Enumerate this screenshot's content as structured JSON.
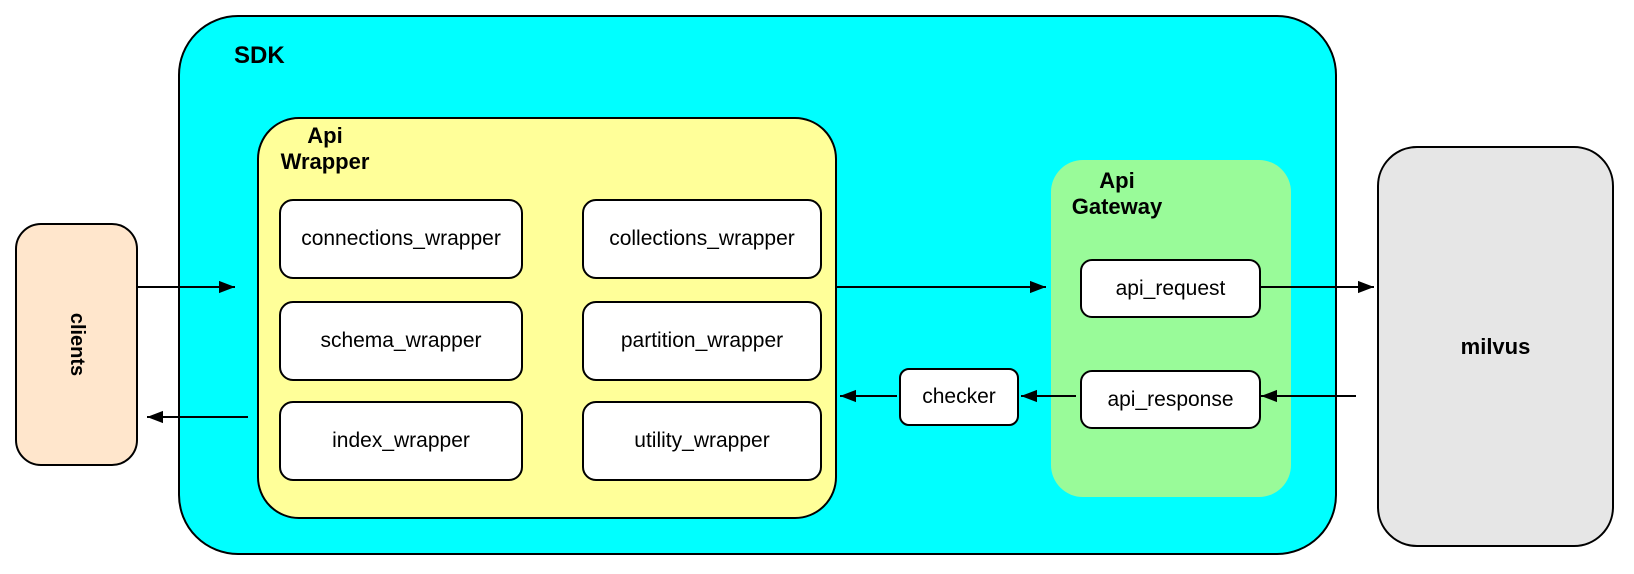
{
  "colors": {
    "sdk_fill": "#00FFFF",
    "wrapper_fill": "#FFFF99",
    "gateway_fill": "#99FB99",
    "clients_fill": "#FFE6CC",
    "milvus_fill": "#E6E6E6",
    "box_fill": "#FFFFFF",
    "border": "#000000"
  },
  "nodes": {
    "clients": {
      "label": "clients"
    },
    "sdk": {
      "label": "SDK"
    },
    "api_wrapper": {
      "label_line1": "Api",
      "label_line2": "Wrapper",
      "boxes": [
        {
          "label": "connections_wrapper"
        },
        {
          "label": "collections_wrapper"
        },
        {
          "label": "schema_wrapper"
        },
        {
          "label": "partition_wrapper"
        },
        {
          "label": "index_wrapper"
        },
        {
          "label": "utility_wrapper"
        }
      ]
    },
    "checker": {
      "label": "checker"
    },
    "api_gateway": {
      "label_line1": "Api",
      "label_line2": "Gateway",
      "request_label": "api_request",
      "response_label": "api_response"
    },
    "milvus": {
      "label": "milvus"
    }
  }
}
